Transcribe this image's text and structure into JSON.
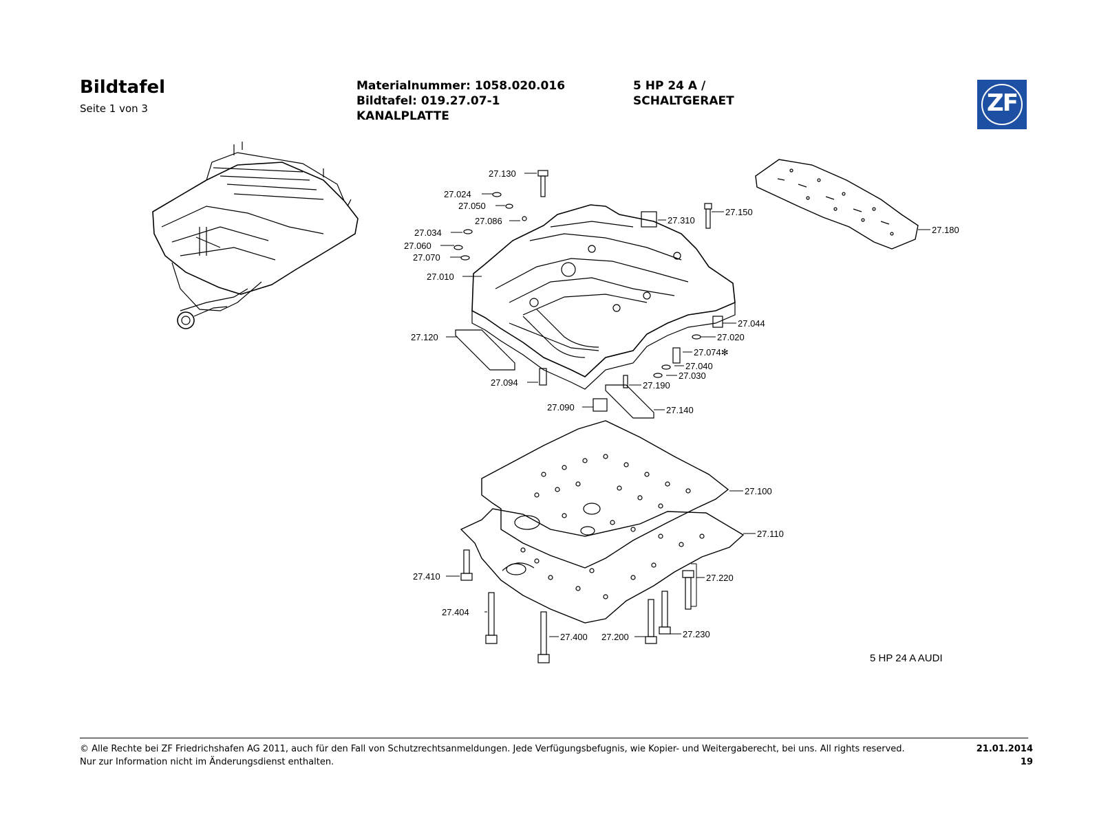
{
  "header": {
    "title": "Bildtafel",
    "subtitle": "Seite 1 von 3",
    "material_line": "Materialnummer: 1058.020.016",
    "bildtafel_line": "Bildtafel: 019.27.07-1",
    "part_name": "KANALPLATTE",
    "model_line1": "5 HP 24 A /",
    "model_line2": "SCHALTGERAET",
    "logo_text": "ZF",
    "brand_color": "#1d4fa3"
  },
  "diagram": {
    "labels": {
      "l27130": "27.130",
      "l27024": "27.024",
      "l27050": "27.050",
      "l27086": "27.086",
      "l27034": "27.034",
      "l27060": "27.060",
      "l27070": "27.070",
      "l27010": "27.010",
      "l27120": "27.120",
      "l27094": "27.094",
      "l27090": "27.090",
      "l27140": "27.140",
      "l27190": "27.190",
      "l27030": "27.030",
      "l27040": "27.040",
      "l27074": "27.074✻",
      "l27020": "27.020",
      "l27044": "27.044",
      "l27310": "27.310",
      "l27150": "27.150",
      "l27180": "27.180",
      "l27100": "27.100",
      "l27110": "27.110",
      "l27220": "27.220",
      "l27230": "27.230",
      "l27200": "27.200",
      "l27400": "27.400",
      "l27404": "27.404",
      "l27410": "27.410"
    },
    "caption": "5 HP 24 A AUDI"
  },
  "footer": {
    "copyright": "© Alle Rechte bei ZF Friedrichshafen AG 2011, auch für den Fall von Schutzrechtsanmeldungen. Jede Verfügungsbefugnis, wie Kopier- und Weitergaberecht, bei uns. All rights reserved.",
    "note": "Nur zur Information nicht im Änderungsdienst enthalten.",
    "date": "21.01.2014",
    "page": "19"
  }
}
